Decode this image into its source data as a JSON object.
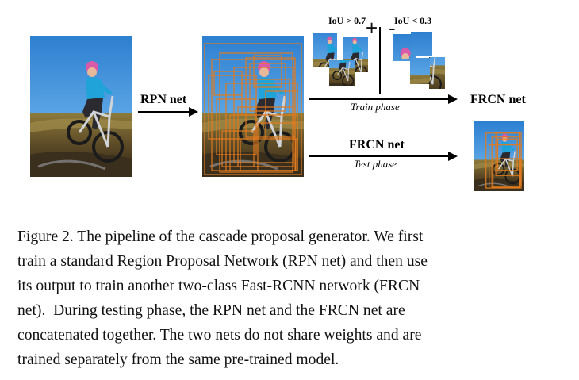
{
  "figure": {
    "labels": {
      "rpn_net": "RPN net",
      "frcn_net_train": "FRCN net",
      "frcn_net_test": "FRCN net",
      "train_phase": "Train phase",
      "test_phase": "Test phase",
      "iou_pos": "IoU > 0.7",
      "iou_neg": "IoU < 0.3",
      "plus": "+",
      "minus": "-"
    },
    "colors": {
      "box_orange": "#e07b1f",
      "sky_blue": "#3f8fd6",
      "grass": "#7a6a3a",
      "arrow": "#000000"
    }
  },
  "caption": {
    "lines": [
      "Figure 2. The pipeline of the cascade proposal generator. We first",
      "train a standard Region Proposal Network (RPN net) and then use",
      "its output to train another two-class Fast-RCNN network (FRCN",
      "net).  During testing phase, the RPN net and the FRCN net are",
      "concatenated together. The two nets do not share weights and are",
      "trained separately from the same pre-trained model."
    ]
  }
}
